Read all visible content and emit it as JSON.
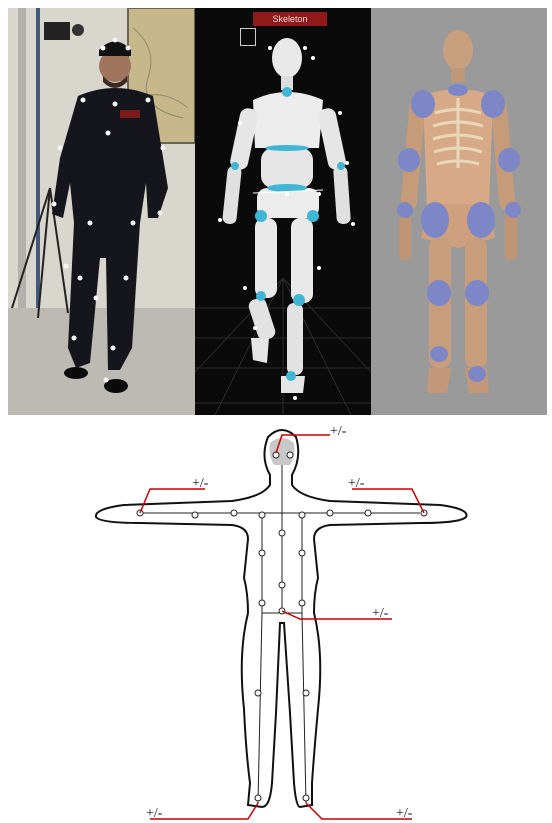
{
  "skeleton_panel": {
    "title": "Skeleton"
  },
  "diagram": {
    "tolerance_labels": [
      {
        "id": "head",
        "text": "+/-"
      },
      {
        "id": "left-hand",
        "text": "+/-"
      },
      {
        "id": "right-hand",
        "text": "+/-"
      },
      {
        "id": "hip",
        "text": "+/-"
      },
      {
        "id": "left-foot",
        "text": "+/-"
      },
      {
        "id": "right-foot",
        "text": "+/-"
      }
    ]
  },
  "colors": {
    "leader_line": "#cc0000",
    "joint_blue": "#3fb6d4",
    "pad_blue": "#7d87c8",
    "suit": "#15151d",
    "bone": "#e8d8b8"
  }
}
